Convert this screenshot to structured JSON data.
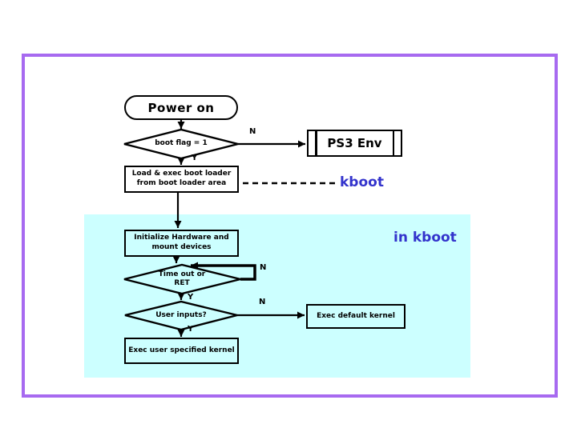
{
  "colors": {
    "frame_border": "#a76af0",
    "kboot_region_bg": "#ccffff",
    "accent_text": "#3333cc",
    "line": "#000000"
  },
  "nodes": {
    "power_on": {
      "label": "Power on"
    },
    "boot_flag": {
      "label": "boot flag = 1"
    },
    "ps3_env": {
      "label": "PS3 Env"
    },
    "load_exec": {
      "line1": "Load & exec boot loader",
      "line2": "from boot loader area"
    },
    "initialize": {
      "line1": "Initialize Hardware and",
      "line2": "mount devices"
    },
    "timeout": {
      "line1": "Time out or",
      "line2": "RET"
    },
    "user_inputs": {
      "label": "User inputs?"
    },
    "exec_default": {
      "label": "Exec default kernel"
    },
    "exec_user": {
      "label": "Exec user specified kernel"
    }
  },
  "annotations": {
    "kboot": "kboot",
    "in_kboot": "in kboot"
  },
  "branches": {
    "boot_flag_n": "N",
    "boot_flag_y": "Y",
    "timeout_n": "N",
    "timeout_y": "Y",
    "user_inputs_n": "N",
    "user_inputs_y": "Y"
  }
}
